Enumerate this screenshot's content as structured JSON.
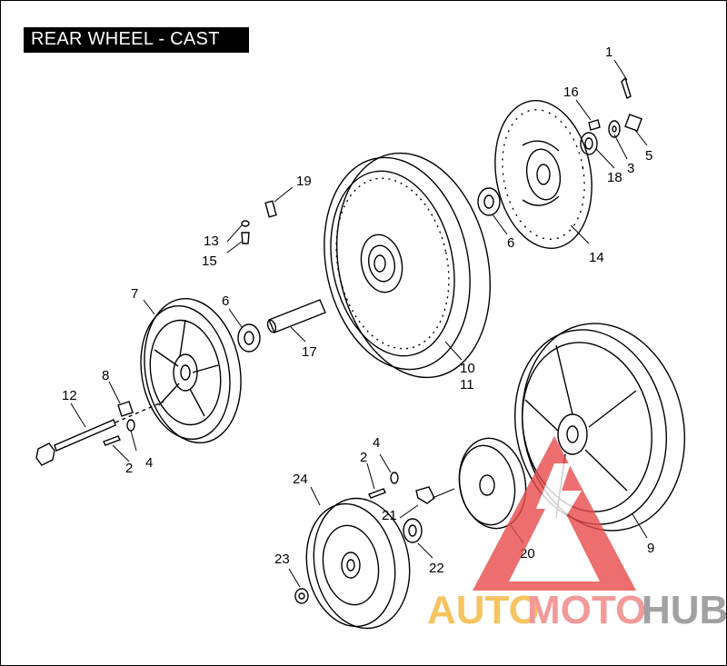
{
  "title": "REAR WHEEL - CAST",
  "callouts": [
    "1",
    "2",
    "3",
    "4",
    "5",
    "6",
    "7",
    "8",
    "9",
    "10",
    "11",
    "12",
    "13",
    "14",
    "15",
    "16",
    "17",
    "18",
    "19",
    "20",
    "21",
    "22",
    "23",
    "24"
  ],
  "watermark": {
    "part1": "AUTO",
    "part2": "MOTO",
    "part3": "HUB",
    "colors": {
      "auto": "#f5b63a",
      "moto": "#f08080",
      "hub": "#8a8a8a",
      "triangle": "#e84a4a"
    }
  }
}
